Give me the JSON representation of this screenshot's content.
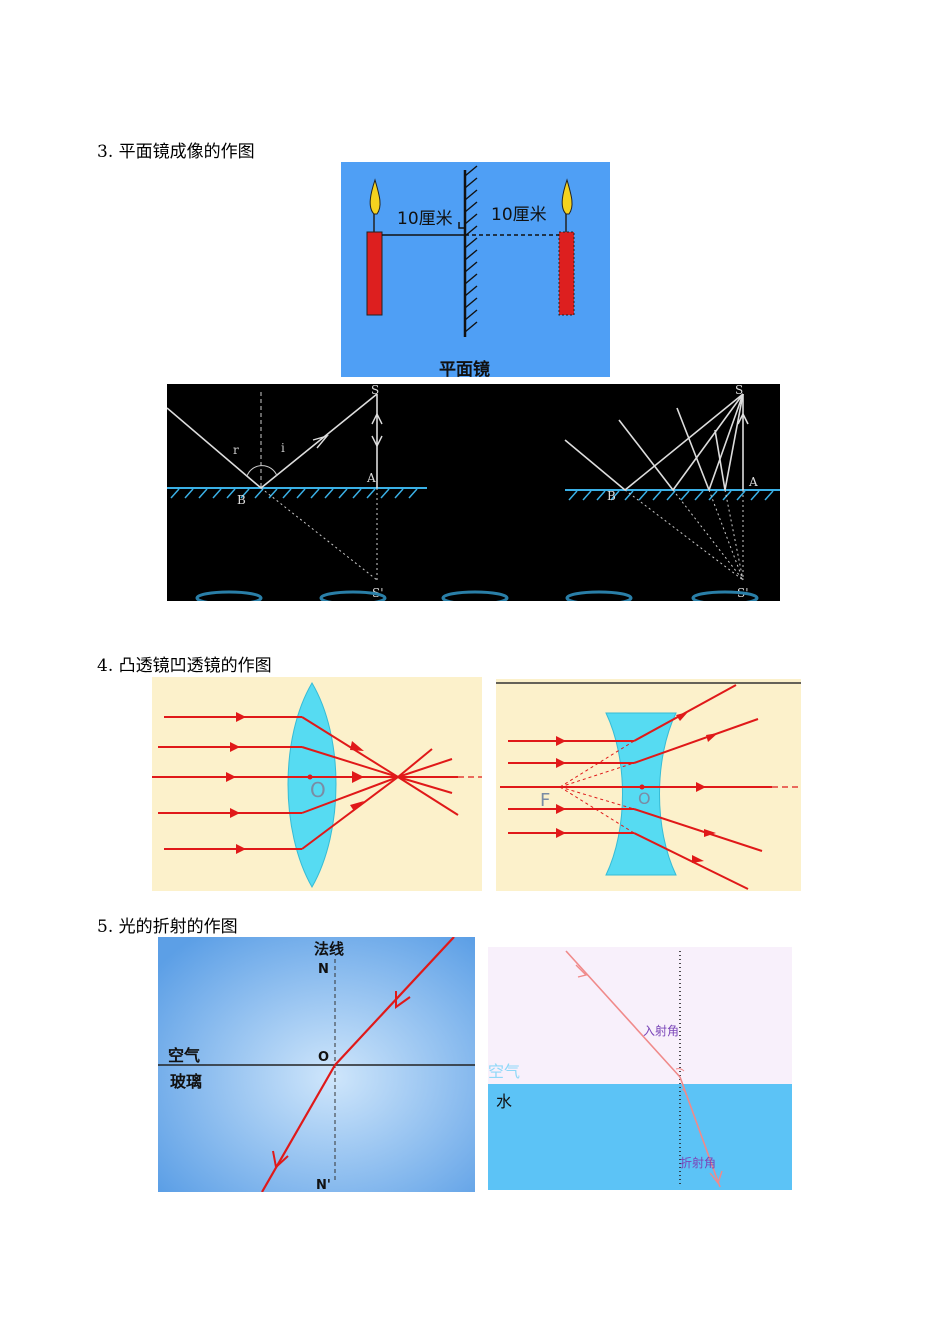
{
  "sections": [
    {
      "heading": "3. 平面镜成像的作图"
    },
    {
      "heading": "4. 凸透镜凹透镜的作图"
    },
    {
      "heading": "5. 光的折射的作图"
    }
  ],
  "mirror_candle": {
    "left_distance": "10厘米",
    "right_distance": "10厘米",
    "caption": "平面镜",
    "background": "#4f9ff5"
  },
  "reflection": {
    "left": {
      "S": "S",
      "A": "A",
      "B": "B",
      "S_prime": "S'",
      "r": "r",
      "i": "i"
    },
    "right": {
      "S": "S",
      "A": "A",
      "B": "B",
      "S_prime": "S'"
    }
  },
  "convex_lens": {
    "center": "O"
  },
  "concave_lens": {
    "focus": "F",
    "center": "O"
  },
  "refraction_glass": {
    "normal_label": "法线",
    "N": "N",
    "N_prime": "N'",
    "O": "O",
    "upper_medium": "空气",
    "lower_medium": "玻璃"
  },
  "refraction_water": {
    "upper_medium": "空气",
    "lower_medium": "水",
    "incidence_angle": "入射角",
    "refraction_angle": "折射角"
  }
}
